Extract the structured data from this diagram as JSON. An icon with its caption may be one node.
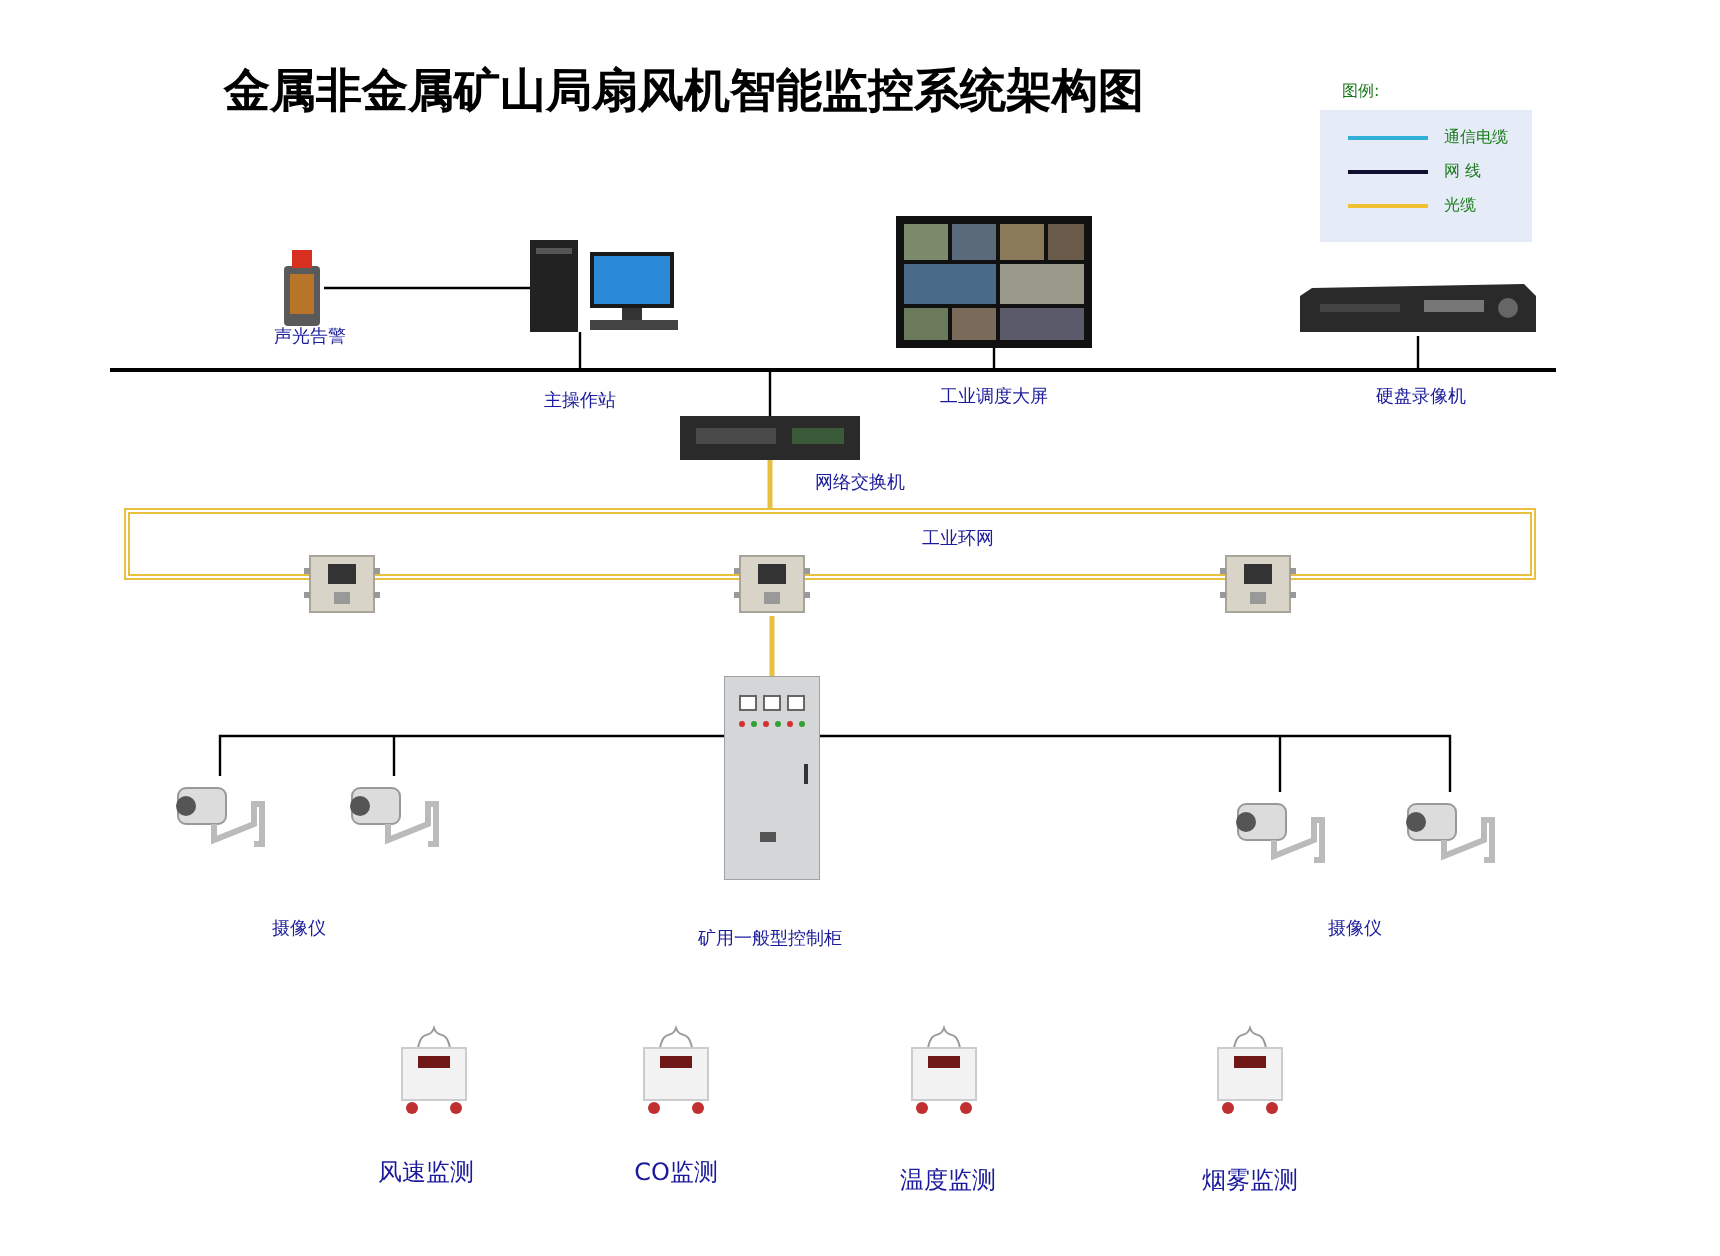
{
  "diagram": {
    "title": "金属非金属矿山局扇风机智能监控系统架构图",
    "nodes": [
      {
        "text": [],
        "shape": "bar"
      },
      {
        "text": [],
        "shape": "picture",
        "beside": [
          "声光告警"
        ]
      },
      {
        "text": [],
        "shape": "picture"
      },
      {
        "text": [],
        "shape": "picture"
      },
      {
        "text": [],
        "shape": "picture"
      },
      {
        "text": [],
        "shape": "picture",
        "beside": [
          "网络交换机"
        ]
      },
      {
        "text": [
          "工业环网"
        ]
      },
      {
        "text": [],
        "shape": "picture"
      },
      {
        "text": [],
        "shape": "picture"
      },
      {
        "text": [],
        "shape": "picture"
      },
      {
        "text": [],
        "shape": "picture",
        "beside": [
          "矿用一般型控制柜"
        ]
      },
      {
        "text": [],
        "shape": "picture"
      },
      {
        "text": [],
        "shape": "picture"
      },
      {
        "text": [],
        "shape": "picture"
      },
      {
        "text": [],
        "shape": "picture"
      },
      {
        "text": [],
        "shape": "picture",
        "beside": [
          "风速监测"
        ]
      },
      {
        "text": [],
        "shape": "picture",
        "beside": [
          "CO监测"
        ]
      },
      {
        "text": [],
        "shape": "picture",
        "beside": [
          "温度监测"
        ]
      },
      {
        "text": [],
        "shape": "picture",
        "beside": [
          "烟雾监测"
        ]
      }
    ],
    "edges": [
      {
        "from": 1,
        "to": 2,
        "arrow": "none"
      },
      {
        "from": 2,
        "to": 0,
        "arrow": "none"
      },
      {
        "from": 3,
        "to": 0,
        "arrow": "none"
      },
      {
        "from": 4,
        "to": 0,
        "arrow": "none"
      },
      {
        "from": 0,
        "to": 5,
        "arrow": "none"
      },
      {
        "from": 5,
        "to": 6,
        "arrow": "none",
        "color": "#e8c040"
      },
      {
        "from": 8,
        "to": 10,
        "arrow": "none",
        "color": "#e8c040"
      },
      {
        "from": 10,
        "to": 11,
        "arrow": "none"
      },
      {
        "from": 10,
        "to": 12,
        "arrow": "none"
      },
      {
        "from": 10,
        "to": 13,
        "arrow": "none"
      },
      {
        "from": 10,
        "to": 14,
        "arrow": "none"
      }
    ],
    "labels": [
      "图例:",
      "主操作站",
      "工业调度大屏",
      "硬盘录像机",
      "摄像仪",
      "摄像仪"
    ],
    "legend": [
      {
        "text": "通信电缆"
      },
      {
        "text": "网 线"
      },
      {
        "text": "光缆"
      }
    ]
  }
}
